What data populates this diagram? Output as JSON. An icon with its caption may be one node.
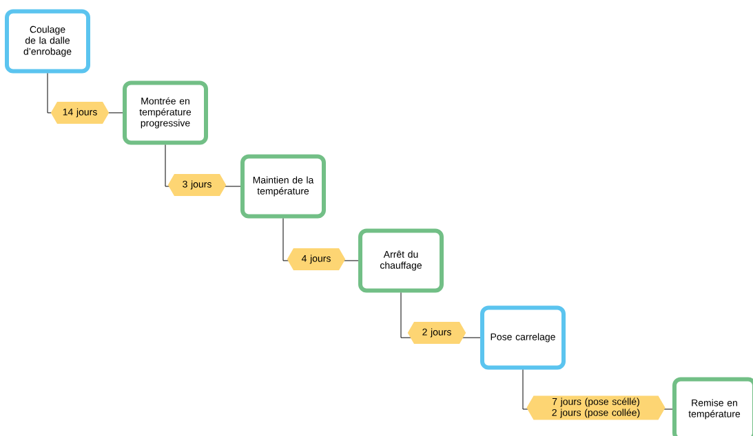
{
  "diagram": {
    "nodes": [
      {
        "text": [
          "Coulage de la dalle d’enrobage"
        ]
      },
      {
        "text": [
          "Montrée en température progressive"
        ]
      },
      {
        "text": [
          "Maintien de la température"
        ]
      },
      {
        "text": [
          "Arrêt du chauffage"
        ]
      },
      {
        "text": [
          "Pose carrelage"
        ]
      },
      {
        "text": [
          "Remise en température"
        ]
      }
    ],
    "edges": [
      {
        "from": 0,
        "to": 1,
        "arrow": "none",
        "label": "14 jours"
      },
      {
        "from": 1,
        "to": 2,
        "arrow": "none",
        "label": "3 jours"
      },
      {
        "from": 2,
        "to": 3,
        "arrow": "none",
        "label": "4 jours"
      },
      {
        "from": 3,
        "to": 4,
        "arrow": "none",
        "label": "2 jours"
      },
      {
        "from": 4,
        "to": 5,
        "arrow": "none",
        "label": "7 jours (pose scéllé) 2 jours (pose collée)"
      }
    ]
  }
}
